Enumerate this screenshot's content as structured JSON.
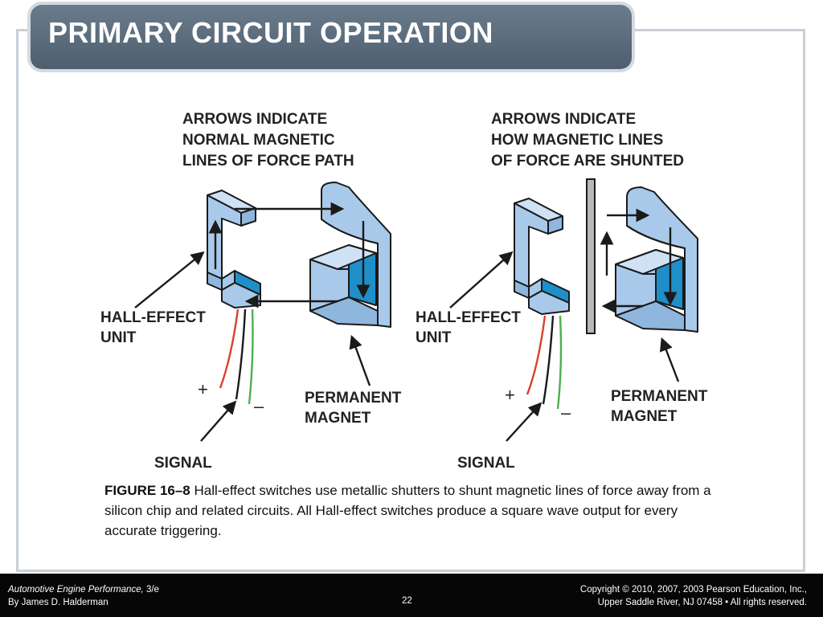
{
  "slide": {
    "title": "PRIMARY CIRCUIT OPERATION"
  },
  "diagram": {
    "left": {
      "heading_lines": [
        "ARROWS INDICATE",
        "NORMAL MAGNETIC",
        "LINES OF FORCE PATH"
      ],
      "hall_label_lines": [
        "HALL-EFFECT",
        "UNIT"
      ],
      "magnet_label_lines": [
        "PERMANENT",
        "MAGNET"
      ],
      "signal_label": "SIGNAL",
      "plus": "+",
      "minus": "–"
    },
    "right": {
      "heading_lines": [
        "ARROWS INDICATE",
        "HOW MAGNETIC LINES",
        "OF FORCE ARE SHUNTED"
      ],
      "hall_label_lines": [
        "HALL-EFFECT",
        "UNIT"
      ],
      "magnet_label_lines": [
        "PERMANENT",
        "MAGNET"
      ],
      "signal_label": "SIGNAL",
      "plus": "+",
      "minus": "–"
    },
    "colors": {
      "light_blue": "#a9c9ea",
      "dark_blue": "#1e8fc8",
      "outline": "#1a1a1a",
      "shutter": "#b8b8b8",
      "wire_red": "#d9402a",
      "wire_black": "#1a1a1a",
      "wire_green": "#4caf50"
    }
  },
  "caption": {
    "label": "FIGURE 16–8",
    "text": " Hall-effect switches use metallic shutters to shunt magnetic lines of force away from a silicon chip and related circuits. All Hall-effect switches produce a square wave output for every accurate triggering."
  },
  "footer": {
    "book_title": "Automotive Engine Performance,",
    "edition": " 3/e",
    "author": "By James D. Halderman",
    "page": "22",
    "copyright_line1": "Copyright © 2010, 2007, 2003 Pearson Education, Inc.,",
    "copyright_line2": "Upper Saddle River, NJ 07458 • All rights reserved."
  }
}
